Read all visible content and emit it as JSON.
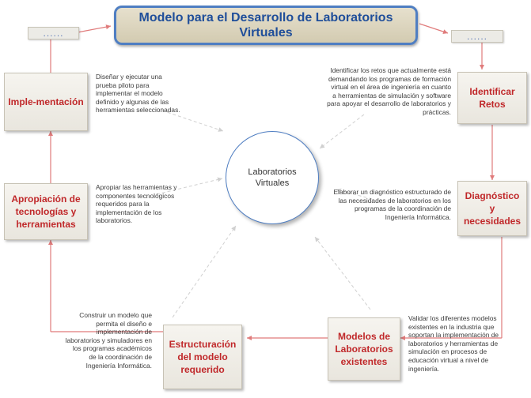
{
  "title": "Modelo para el Desarrollo de Laboratorios Virtuales",
  "dots_left": "......",
  "dots_right": "......",
  "center": "Laboratorios Virtuales",
  "steps": {
    "identificar": "Identificar Retos",
    "diagnostico": "Diagnóstico y necesidades",
    "modelos": "Modelos de Laboratorios existentes",
    "estructuracion": "Estructuración del modelo requerido",
    "apropiacion": "Apropiación de tecnologías y herramientas",
    "implementacion": "Imple-mentación"
  },
  "descriptions": {
    "identificar": "Identificar los retos que actualmente está demandando los programas de formación virtual en el área de ingeniería en cuanto a herramientas de simulación y software para apoyar el desarrollo de laboratorios y prácticas.",
    "diagnostico": "Elaborar un diagnóstico estructurado de las necesidades de laboratorios en los programas de la coordinación de Ingeniería Informática.",
    "modelos": "Validar los diferentes modelos existentes en la industria que soportan la implementación de laboratorios y herramientas de simulación en procesos de educación virtual a nivel de ingeniería.",
    "estructuracion": "Construir un modelo que permita el diseño e implementación de laboratorios y simuladores en los programas académicos de la coordinación de Ingeniería Informática.",
    "apropiacion": "Apropiar las herramientas y componentes tecnológicos requeridos para la implementación de los laboratorios.",
    "implementacion": "Diseñar y ejecutar una prueba piloto para implementar el modelo definido y algunas de las herramientas seleccionadas."
  },
  "colors": {
    "title_text": "#1f4e9a",
    "title_border": "#4f7ec2",
    "step_text": "#c0282a",
    "arrow": "#e07b7b",
    "dashed_arrow": "#cfcfcf"
  }
}
